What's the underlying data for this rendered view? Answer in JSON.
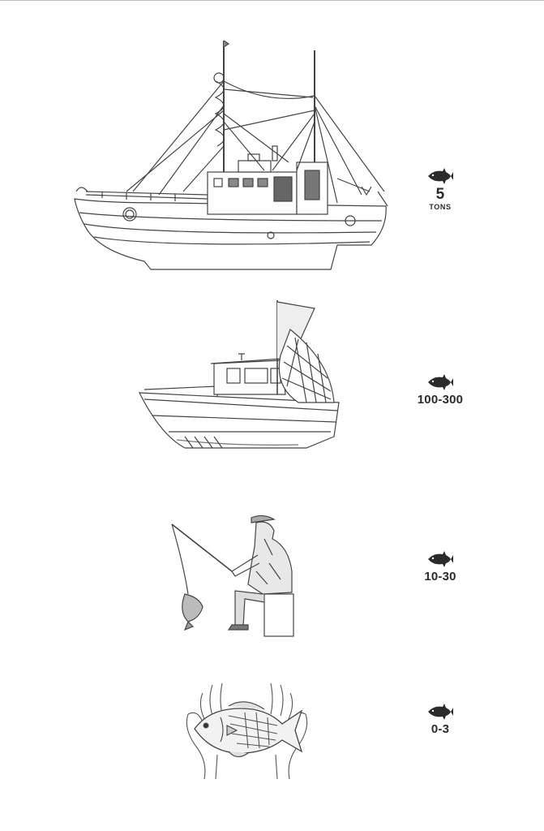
{
  "rows": [
    {
      "id": "trawler",
      "icon": "fish-icon",
      "value": "5",
      "unit": "TONS"
    },
    {
      "id": "small-boat",
      "icon": "fish-icon",
      "value": "100-300"
    },
    {
      "id": "angler",
      "icon": "fish-icon",
      "value": "10-30"
    },
    {
      "id": "hands",
      "icon": "fish-icon",
      "value": "0-3"
    }
  ],
  "colors": {
    "ink": "#2b2b2b",
    "line": "#444444",
    "background": "#ffffff"
  }
}
